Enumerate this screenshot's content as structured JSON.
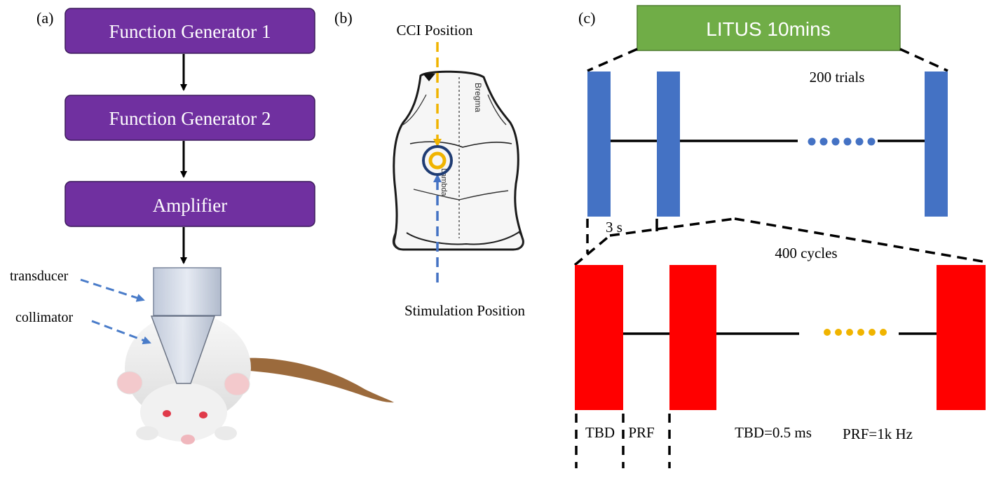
{
  "panel_a": {
    "label": "(a)",
    "boxes": [
      "Function Generator 1",
      "Function Generator 2",
      "Amplifier"
    ],
    "labels": {
      "transducer": "transducer",
      "collimator": "collimator"
    },
    "colors": {
      "box": "#7030a0",
      "arrow": "#000000",
      "pointer": "#4a7cc9"
    }
  },
  "panel_b": {
    "label": "(b)",
    "skull_labels": {
      "bregma": "Bregma",
      "lambda": "Lambda"
    },
    "cci_label": "CCI Position",
    "stim_label": "Stimulation Position",
    "colors": {
      "cci": "#f0b400",
      "stim": "#4472c4",
      "ring": "#1f3c73"
    }
  },
  "panel_c": {
    "label": "(c)",
    "header": "LITUS 10mins",
    "trials_label": "200 trials",
    "trial_duration": "3 s",
    "cycles_label": "400 cycles",
    "tbd_label": "TBD",
    "prf_label": "PRF",
    "tbd_value": "TBD=0.5 ms",
    "prf_value": "PRF=1k Hz",
    "colors": {
      "header": "#70ad47",
      "trial": "#4472c4",
      "burst": "#ff0000",
      "dots_top": "#4472c4",
      "dots_bottom": "#f0b400"
    }
  }
}
